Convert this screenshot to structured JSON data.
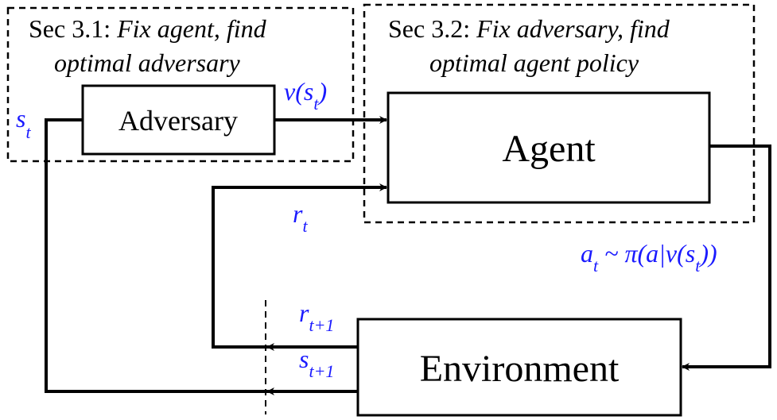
{
  "colors": {
    "signal": "#1a1aff",
    "line": "#000000",
    "background": "#ffffff"
  },
  "sections": {
    "left": {
      "prefix": "Sec 3.1:",
      "line1_italic": "Fix agent, find",
      "line2_italic": "optimal adversary"
    },
    "right": {
      "prefix": "Sec 3.2:",
      "line1_italic": "Fix adversary, find",
      "line2_italic": "optimal agent policy"
    }
  },
  "blocks": {
    "adversary": "Adversary",
    "agent": "Agent",
    "environment": "Environment"
  },
  "signals": {
    "s_t": {
      "base": "s",
      "sub": "t"
    },
    "v_s_t": {
      "func": "v(",
      "base": "s",
      "sub": "t",
      "close": ")"
    },
    "r_t": {
      "base": "r",
      "sub": "t"
    },
    "action": {
      "base": "a",
      "sub": "t",
      "mid": " ~ π(a|v(",
      "base2": "s",
      "sub2": "t",
      "close": "))"
    },
    "r_t1": {
      "base": "r",
      "sub": "t+1"
    },
    "s_t1": {
      "base": "s",
      "sub": "t+1"
    }
  }
}
